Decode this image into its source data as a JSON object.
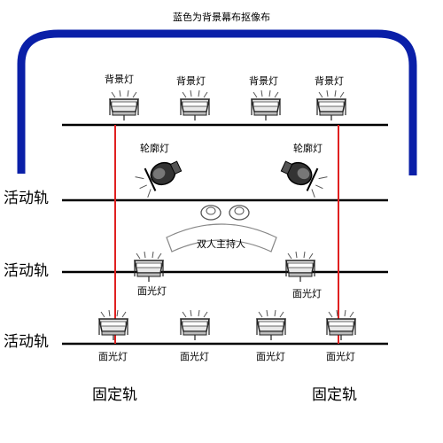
{
  "title": "蓝色为背景幕布抠像布",
  "labels": {
    "background_light": "背景灯",
    "contour_light": "轮廓灯",
    "key_light": "面光灯",
    "movable_rail": "活动轨",
    "hosts": "双人主持人",
    "fixed_rail": "固定轨"
  },
  "colors": {
    "backdrop": "#0a1fa8",
    "fixed_rail_line": "#e02020",
    "rail": "#000000"
  }
}
